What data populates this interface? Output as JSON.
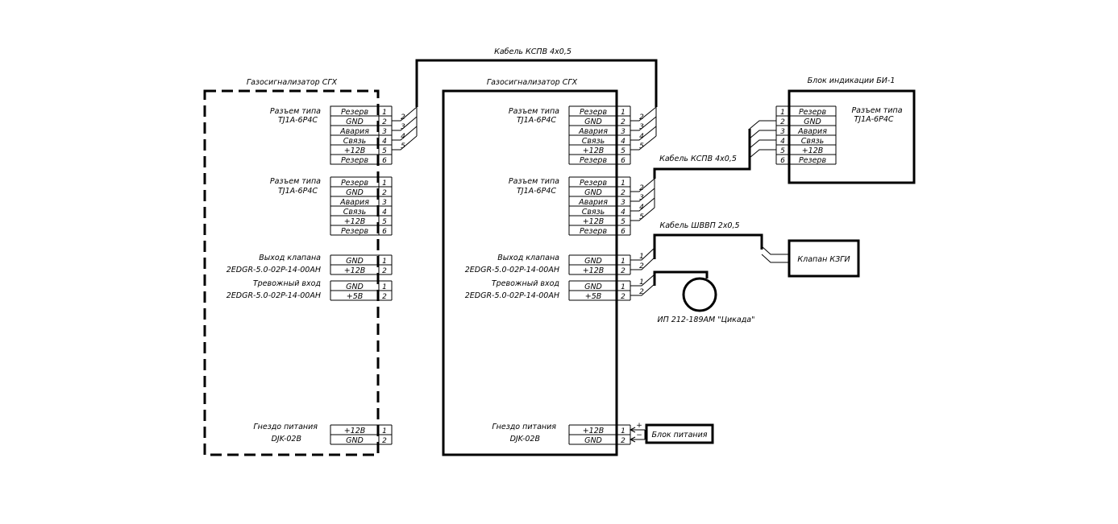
{
  "sgx_left": {
    "title": "Газосигнализатор СГХ",
    "conn1": {
      "label1": "Разъем типа",
      "label2": "TJ1A-6P4C",
      "rows": [
        "Резерв",
        "GND",
        "Авария",
        "Связь",
        "+12В",
        "Резерв"
      ],
      "pins": [
        "1",
        "2",
        "3",
        "4",
        "5",
        "6"
      ]
    },
    "conn2": {
      "label1": "Разъем типа",
      "label2": "TJ1A-6P4C",
      "rows": [
        "Резерв",
        "GND",
        "Авария",
        "Связь",
        "+12В",
        "Резерв"
      ],
      "pins": [
        "1",
        "2",
        "3",
        "4",
        "5",
        "6"
      ]
    },
    "valve": {
      "label1": "Выход клапана",
      "label2": "2EDGR-5.0-02P-14-00AH",
      "rows": [
        "GND",
        "+12В"
      ],
      "pins": [
        "1",
        "2"
      ]
    },
    "alarm": {
      "label1": "Тревожный вход",
      "label2": "2EDGR-5.0-02P-14-00AH",
      "rows": [
        "GND",
        "+5В"
      ],
      "pins": [
        "1",
        "2"
      ]
    },
    "power": {
      "label1": "Гнездо питания",
      "label2": "DJK-02B",
      "rows": [
        "+12В",
        "GND"
      ],
      "pins": [
        "1",
        "2"
      ]
    }
  },
  "sgx_right": {
    "title": "Газосигнализатор СГХ",
    "conn1": {
      "label1": "Разъем типа",
      "label2": "TJ1A-6P4C",
      "rows": [
        "Резерв",
        "GND",
        "Авария",
        "Связь",
        "+12В",
        "Резерв"
      ],
      "pins": [
        "1",
        "2",
        "3",
        "4",
        "5",
        "6"
      ]
    },
    "conn2": {
      "label1": "Разъем типа",
      "label2": "TJ1A-6P4C",
      "rows": [
        "Резерв",
        "GND",
        "Авария",
        "Связь",
        "+12В",
        "Резерв"
      ],
      "pins": [
        "1",
        "2",
        "3",
        "4",
        "5",
        "6"
      ]
    },
    "valve": {
      "label1": "Выход клапана",
      "label2": "2EDGR-5.0-02P-14-00AH",
      "rows": [
        "GND",
        "+12В"
      ],
      "pins": [
        "1",
        "2"
      ]
    },
    "alarm": {
      "label1": "Тревожный вход",
      "label2": "2EDGR-5.0-02P-14-00AH",
      "rows": [
        "GND",
        "+5В"
      ],
      "pins": [
        "1",
        "2"
      ]
    },
    "power": {
      "label1": "Гнездо питания",
      "label2": "DJK-02B",
      "rows": [
        "+12В",
        "GND"
      ],
      "pins": [
        "1",
        "2"
      ]
    }
  },
  "bi1": {
    "title": "Блок индикации БИ-1",
    "conn": {
      "label1": "Разъем типа",
      "label2": "TJ1A-6P4C",
      "rows": [
        "Резерв",
        "GND",
        "Авария",
        "Связь",
        "+12В",
        "Резерв"
      ],
      "pins": [
        "1",
        "2",
        "3",
        "4",
        "5",
        "6"
      ]
    }
  },
  "cables": {
    "top": "Кабель КСПВ 4х0,5",
    "to_bi": "Кабель КСПВ 4х0,5",
    "to_valve": "Кабель ШВВП 2х0,5",
    "wire_numbers": [
      "2",
      "3",
      "4",
      "5"
    ],
    "pair_numbers": [
      "1",
      "2"
    ]
  },
  "valve_device": {
    "label": "Клапан КЗГИ"
  },
  "siren": {
    "label": "ИП 212-189АМ \"Цикада\""
  },
  "power_block": {
    "label": "Блок питания",
    "plus": "+",
    "minus": "−"
  }
}
